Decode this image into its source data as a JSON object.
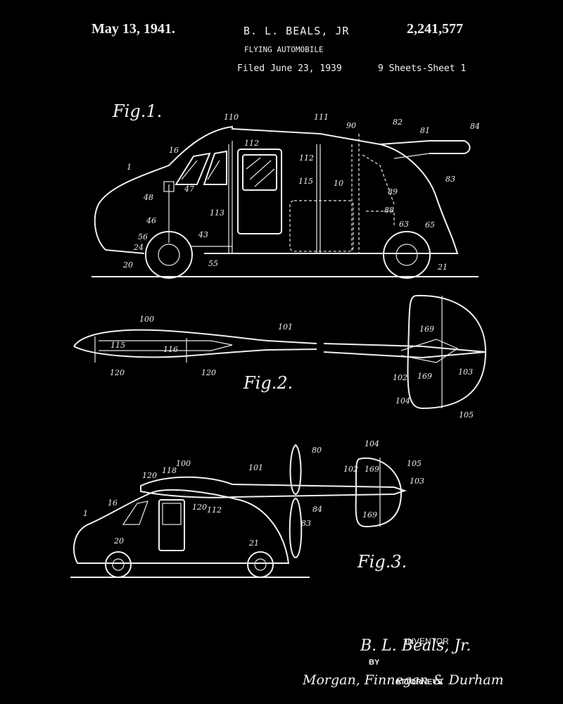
{
  "header": {
    "date": "May 13, 1941.",
    "inventor": "B. L. BEALS, JR",
    "patent_number": "2,241,577",
    "title": "FLYING AUTOMOBILE",
    "filed": "Filed June 23, 1939",
    "sheets": "9 Sheets-Sheet 1"
  },
  "figures": {
    "fig1": "Fig.1.",
    "fig2": "Fig.2.",
    "fig3": "Fig.3."
  },
  "refs": {
    "fig1": [
      "110",
      "111",
      "90",
      "82",
      "81",
      "84",
      "16",
      "112",
      "112",
      "1",
      "115",
      "10",
      "89",
      "83",
      "48",
      "47",
      "113",
      "88",
      "46",
      "65",
      "63",
      "56",
      "43",
      "24",
      "20",
      "55",
      "21"
    ],
    "fig2": [
      "100",
      "101",
      "169",
      "115",
      "116",
      "102",
      "169",
      "103",
      "120",
      "120",
      "104",
      "105"
    ],
    "fig3": [
      "80",
      "104",
      "105",
      "120",
      "118",
      "100",
      "101",
      "102",
      "169",
      "103",
      "16",
      "1",
      "120",
      "112",
      "84",
      "169",
      "83",
      "20",
      "21"
    ]
  },
  "footer": {
    "inventor_label": "INVENTOR",
    "inventor_signature": "B. L. Beals, Jr.",
    "by_label": "BY",
    "attorneys_signature": "Morgan, Finnegan & Durham",
    "attorneys_label": "ATTORNEYS"
  },
  "colors": {
    "background": "#000000",
    "ink": "#f0f0f0"
  }
}
